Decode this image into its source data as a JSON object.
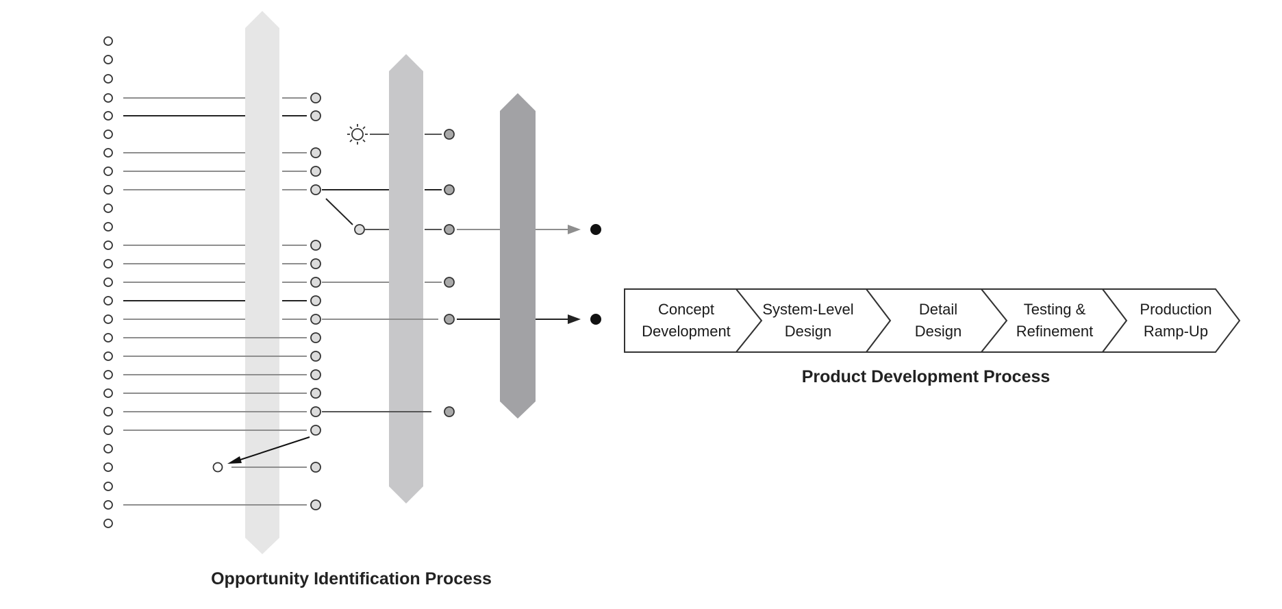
{
  "colors": {
    "background": "#ffffff",
    "filter_1": "#e6e6e6",
    "filter_2": "#c7c7c9",
    "filter_3": "#a2a2a5",
    "line_light": "#9a9a9a",
    "line_dark": "#222222",
    "dot_light": "#dcdcdc",
    "dot_mid": "#a9a9a9",
    "dot_dark": "#111111"
  },
  "process_stages": [
    {
      "line1": "Concept",
      "line2": "Development"
    },
    {
      "line1": "System-Level",
      "line2": "Design"
    },
    {
      "line1": "Detail",
      "line2": "Design"
    },
    {
      "line1": "Testing &",
      "line2": "Refinement"
    },
    {
      "line1": "Production",
      "line2": "Ramp-Up"
    }
  ],
  "captions": {
    "opportunity": "Opportunity Identification Process",
    "product": "Product Development Process"
  },
  "icons": {
    "new_idea": "sun-icon"
  }
}
